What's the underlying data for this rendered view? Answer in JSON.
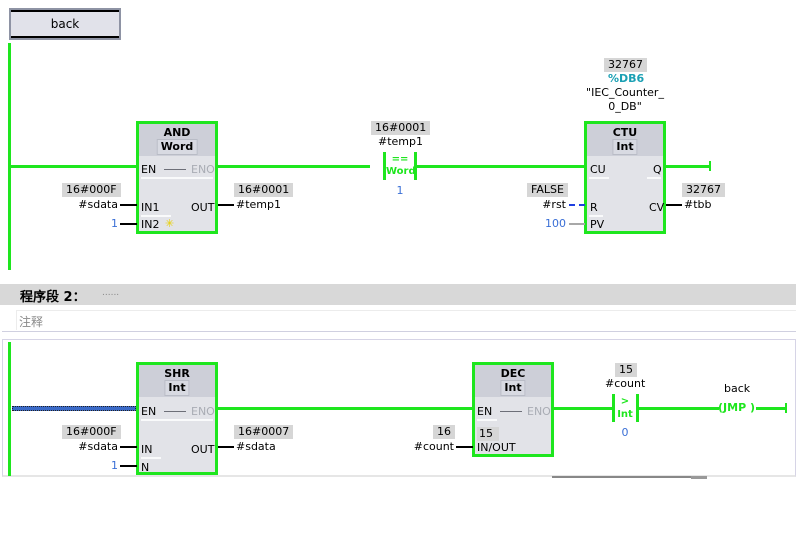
{
  "back_button": {
    "label": "back"
  },
  "network1": {
    "and_block": {
      "title": "AND",
      "type": "Word",
      "pins": {
        "en": "EN",
        "eno": "ENO",
        "in1": "IN1",
        "in2": "IN2",
        "out": "OUT"
      },
      "in1_value": "16#000F",
      "in1_var": "#sdata",
      "in2_const": "1",
      "out_value": "16#0001",
      "out_var": "#temp1",
      "add_input_icon": "asterisk-icon"
    },
    "compare_contact": {
      "value": "16#0001",
      "var": "#temp1",
      "operator": "==",
      "type": "Word",
      "const": "1"
    },
    "ctu_block": {
      "instance_value": "32767",
      "db_address": "%DB6",
      "db_name_line1": "\"IEC_Counter_",
      "db_name_line2": "0_DB\"",
      "title": "CTU",
      "type": "Int",
      "pins": {
        "cu": "CU",
        "q": "Q",
        "r": "R",
        "cv": "CV",
        "pv": "PV"
      },
      "r_value": "FALSE",
      "r_var": "#rst",
      "pv_const": "100",
      "cv_value": "32767",
      "cv_var": "#tbb"
    }
  },
  "network2": {
    "header": {
      "title": "程序段 2：",
      "dots": "......"
    },
    "comment": "注释",
    "shr_block": {
      "title": "SHR",
      "type": "Int",
      "pins": {
        "en": "EN",
        "eno": "ENO",
        "in": "IN",
        "n": "N",
        "out": "OUT"
      },
      "in_value": "16#000F",
      "in_var": "#sdata",
      "n_const": "1",
      "out_value": "16#0007",
      "out_var": "#sdata"
    },
    "dec_block": {
      "title": "DEC",
      "type": "Int",
      "pins": {
        "en": "EN",
        "eno": "ENO",
        "inout": "IN/OUT"
      },
      "inout_value_outside": "16",
      "inout_var": "#count",
      "inout_value_inside": "15"
    },
    "compare_contact": {
      "value": "15",
      "var": "#count",
      "operator": ">",
      "type": "Int",
      "const": "0"
    },
    "jump_coil": {
      "label": "back",
      "text": "JMP"
    }
  },
  "colors": {
    "energized_wire": "#1ee61e",
    "block_fill": "#e2e3e8",
    "value_box": "#d6d6d6",
    "constant_text": "#3a6fd6",
    "db_address": "#1aa0b4"
  }
}
